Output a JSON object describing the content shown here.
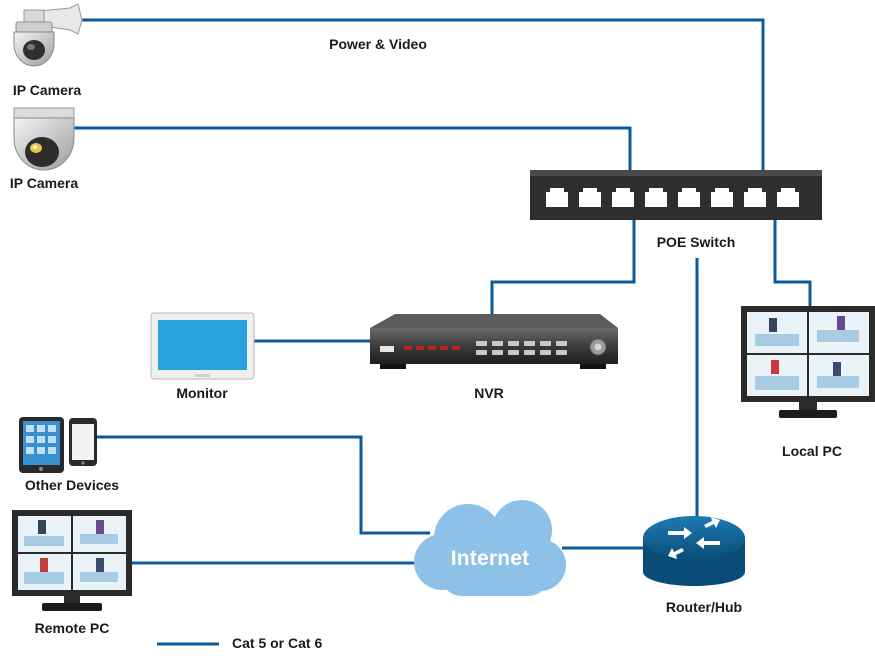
{
  "labels": {
    "ip_camera_1": "IP Camera",
    "ip_camera_2": "IP Camera",
    "power_video": "Power & Video",
    "poe_switch": "POE Switch",
    "monitor": "Monitor",
    "nvr": "NVR",
    "local_pc": "Local PC",
    "other_devices": "Other Devices",
    "internet": "Internet",
    "router_hub": "Router/Hub",
    "remote_pc": "Remote PC",
    "legend_cable": "Cat 5 or Cat 6"
  },
  "colors": {
    "cable": "#0a5a9c",
    "cloud": "#8ec1e8",
    "router": "#0b5c8f",
    "switch_body": "#2e2e2e",
    "monitor_screen": "#29a3e0"
  },
  "icons": {
    "ip_camera_1": "ptz-dome-camera-icon",
    "ip_camera_2": "dome-camera-icon",
    "poe_switch": "network-switch-icon",
    "nvr": "nvr-recorder-icon",
    "monitor": "monitor-icon",
    "local_pc": "pc-monitor-icon",
    "remote_pc": "pc-monitor-icon",
    "other_devices": "tablet-phone-icon",
    "internet": "cloud-icon",
    "router_hub": "router-icon"
  }
}
